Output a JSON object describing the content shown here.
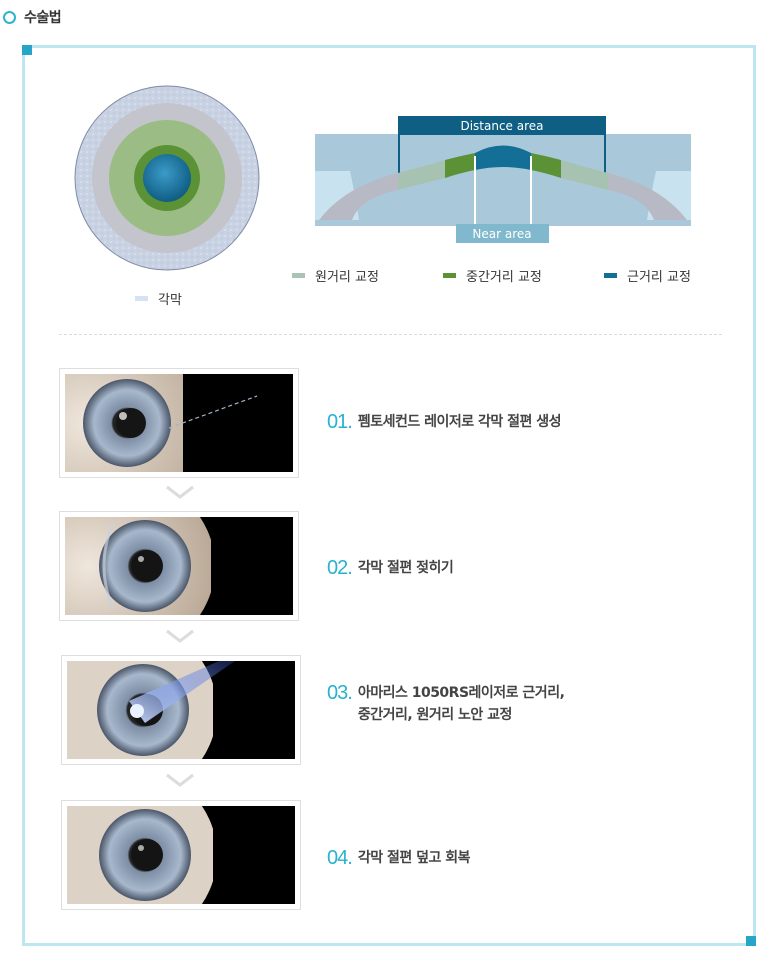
{
  "section": {
    "title": "수술법"
  },
  "colors": {
    "accent": "#27b2cf",
    "frame": "#bde6f1",
    "far": "#a9c4b6",
    "mid": "#5b9236",
    "near": "#146f96",
    "cornea": "#d6e2f3"
  },
  "diagram": {
    "cornea_label": "각막",
    "distance_label": "Distance area",
    "near_label": "Near area",
    "legend": [
      {
        "label": "원거리 교정",
        "color": "#a9c4b6"
      },
      {
        "label": "중간거리 교정",
        "color": "#5b9236"
      },
      {
        "label": "근거리 교정",
        "color": "#146f96"
      }
    ]
  },
  "steps": [
    {
      "num": "01.",
      "label": "펨토세컨드 레이저로 각막 절편 생성"
    },
    {
      "num": "02.",
      "label": "각막 절편 젖히기"
    },
    {
      "num": "03.",
      "label": "아마리스 1050RS레이저로 근거리,\n중간거리, 원거리 노안 교정"
    },
    {
      "num": "04.",
      "label": "각막 절편 덮고 회복"
    }
  ]
}
